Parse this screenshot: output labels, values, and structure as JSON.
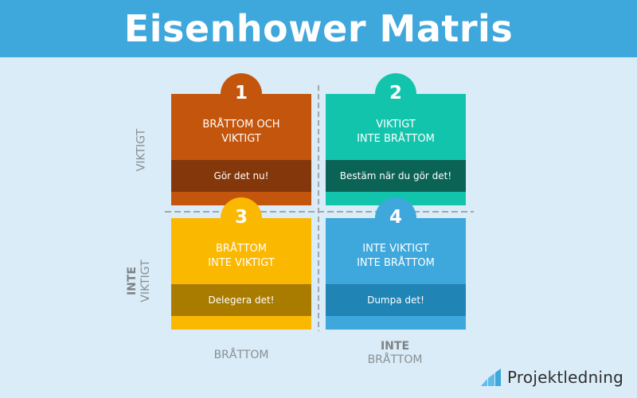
{
  "header": {
    "title": "Eisenhower Matris"
  },
  "axes": {
    "y_top": {
      "label": "VIKTIGT"
    },
    "y_bottom": {
      "bold": "INTE",
      "label": "VIKTIGT"
    },
    "x_left": {
      "label": "BRÅTTOM"
    },
    "x_right": {
      "bold": "INTE",
      "label": "BRÅTTOM"
    }
  },
  "quadrants": [
    {
      "number": "1",
      "title": "BRÅTTOM OCH\nVIKTIGT",
      "action": "Gör det nu!",
      "color": "#c4550c",
      "dark": "#84370a"
    },
    {
      "number": "2",
      "title": "VIKTIGT\nINTE BRÅTTOM",
      "action": "Bestäm när du gör det!",
      "color": "#13c4ac",
      "dark": "#0b6355"
    },
    {
      "number": "3",
      "title": "BRÅTTOM\nINTE VIKTIGT",
      "action": "Delegera det!",
      "color": "#fbb800",
      "dark": "#a97c00"
    },
    {
      "number": "4",
      "title": "INTE VIKTIGT\nINTE BRÅTTOM",
      "action": "Dumpa det!",
      "color": "#3ea7db",
      "dark": "#2084b4"
    }
  ],
  "logo": {
    "text": "Projektledning",
    "icon": "bar-chart-icon",
    "color": "#4ab3e3"
  }
}
